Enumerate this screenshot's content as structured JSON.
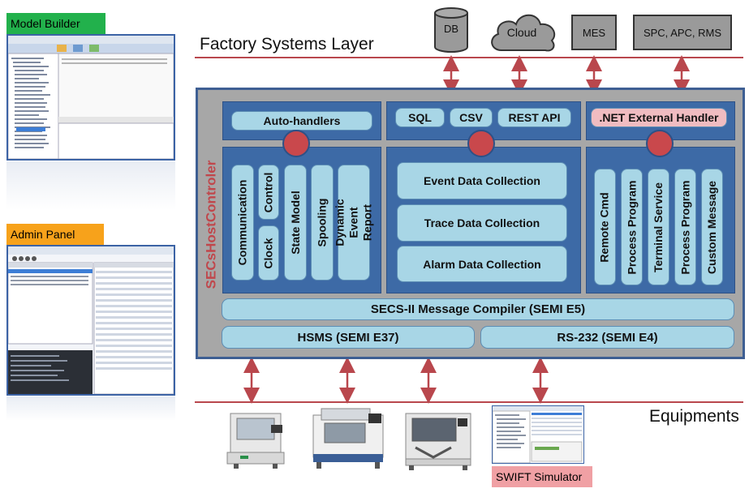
{
  "left_column": {
    "model_builder_label": "Model Builder",
    "admin_panel_label": "Admin Panel"
  },
  "factory_layer": {
    "title": "Factory Systems Layer",
    "systems": [
      {
        "label": "DB",
        "icon": "database-icon"
      },
      {
        "label": "Cloud",
        "icon": "cloud-icon"
      },
      {
        "label": "MES"
      },
      {
        "label": "SPC, APC, RMS"
      }
    ]
  },
  "controller": {
    "title": "SECsHostControler",
    "left_panel": {
      "header": "Auto-handlers",
      "items": [
        "Communication",
        "Control",
        "Clock",
        "State Model",
        "Spooling",
        "Dynamic Event Report"
      ]
    },
    "center_panel": {
      "headers": [
        "SQL",
        "CSV",
        "REST API"
      ],
      "items": [
        "Event Data Collection",
        "Trace Data Collection",
        "Alarm Data Collection"
      ]
    },
    "right_panel": {
      "header": ".NET External Handler",
      "items": [
        "Remote Cmd",
        "Process Program",
        "Terminal Service",
        "Process Program",
        "Custom Message"
      ]
    },
    "compiler": "SECS-II Message Compiler (SEMI E5)",
    "hsms": "HSMS (SEMI E37)",
    "rs232": "RS-232 (SEMI E4)"
  },
  "equipment_layer": {
    "title": "Equipments",
    "simulator_label": "SWIFT Simulator"
  },
  "colors": {
    "accent_red": "#c0474c",
    "panel_blue": "#3d6aa6",
    "pill_blue": "#a8d6e6",
    "pink": "#f0bcc1",
    "green_label": "#22b14c",
    "orange_label": "#f7a21b"
  }
}
